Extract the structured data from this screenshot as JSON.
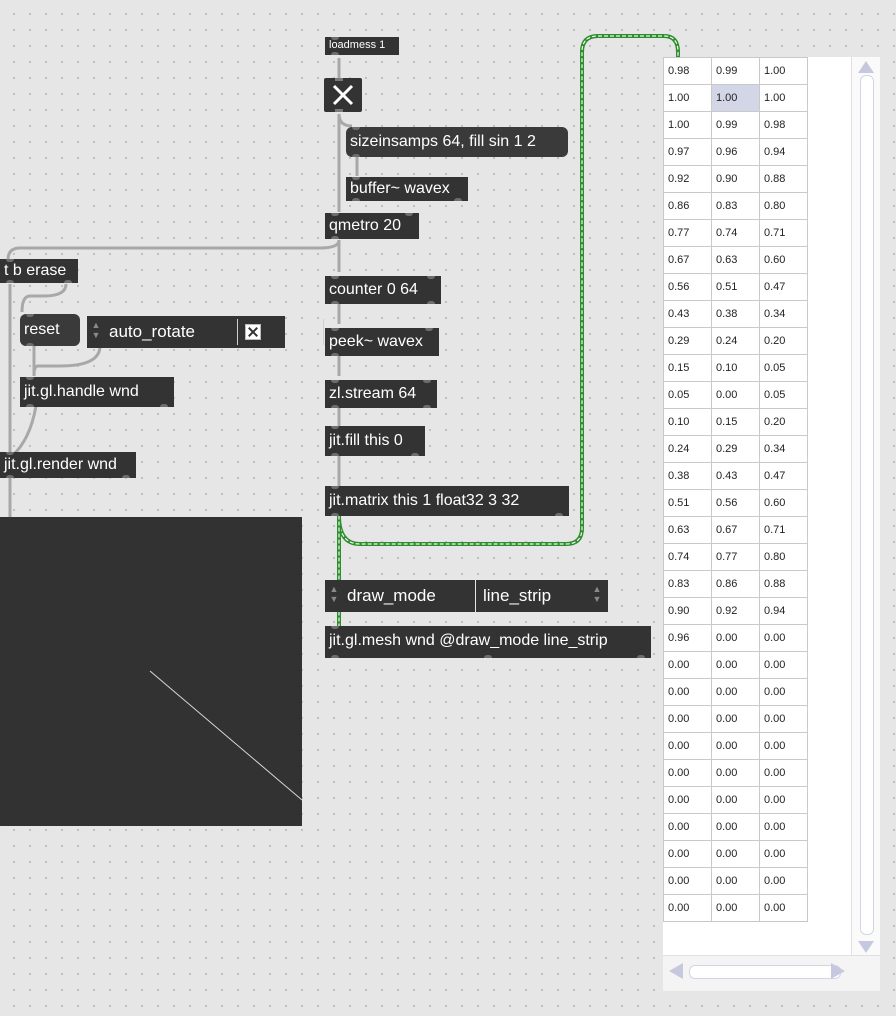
{
  "objects": {
    "loadmess": "loadmess 1",
    "sizeinsamps_msg": "sizeinsamps 64, fill sin 1 2",
    "buffer": "buffer~ wavex",
    "qmetro": "qmetro 20",
    "t_b_erase": "t b erase",
    "counter": "counter 0 64",
    "reset_msg": "reset",
    "auto_rotate_menu": "auto_rotate",
    "peek": "peek~ wavex",
    "jit_gl_handle": "jit.gl.handle wnd",
    "zl_stream": "zl.stream 64",
    "jit_gl_render": "jit.gl.render wnd",
    "jit_fill": "jit.fill this 0",
    "jit_matrix": "jit.matrix this 1 float32 3 32",
    "draw_mode_menu": "draw_mode",
    "line_strip_menu": "line_strip",
    "jit_gl_mesh": "jit.gl.mesh wnd @draw_mode line_strip"
  },
  "colors": {
    "canvas": "#e6e6e6",
    "object_bg": "#333333",
    "patchcord": "#a8a8a8",
    "signal_cord": "#2e8b2e",
    "selected_cell": "#d3d6e6"
  },
  "icons": {
    "toggle": "x-toggle-icon",
    "checkbox": "checkbox-x-icon",
    "scroll_up": "arrow-up-icon",
    "scroll_down": "arrow-down-icon",
    "scroll_left": "arrow-left-icon",
    "scroll_right": "arrow-right-icon"
  },
  "cellblock": {
    "rows": [
      [
        "0.98",
        "0.99",
        "1.00"
      ],
      [
        "1.00",
        "1.00",
        "1.00"
      ],
      [
        "1.00",
        "0.99",
        "0.98"
      ],
      [
        "0.97",
        "0.96",
        "0.94"
      ],
      [
        "0.92",
        "0.90",
        "0.88"
      ],
      [
        "0.86",
        "0.83",
        "0.80"
      ],
      [
        "0.77",
        "0.74",
        "0.71"
      ],
      [
        "0.67",
        "0.63",
        "0.60"
      ],
      [
        "0.56",
        "0.51",
        "0.47"
      ],
      [
        "0.43",
        "0.38",
        "0.34"
      ],
      [
        "0.29",
        "0.24",
        "0.20"
      ],
      [
        "0.15",
        "0.10",
        "0.05"
      ],
      [
        "0.05",
        "0.00",
        "0.05"
      ],
      [
        "0.10",
        "0.15",
        "0.20"
      ],
      [
        "0.24",
        "0.29",
        "0.34"
      ],
      [
        "0.38",
        "0.43",
        "0.47"
      ],
      [
        "0.51",
        "0.56",
        "0.60"
      ],
      [
        "0.63",
        "0.67",
        "0.71"
      ],
      [
        "0.74",
        "0.77",
        "0.80"
      ],
      [
        "0.83",
        "0.86",
        "0.88"
      ],
      [
        "0.90",
        "0.92",
        "0.94"
      ],
      [
        "0.96",
        "0.00",
        "0.00"
      ],
      [
        "0.00",
        "0.00",
        "0.00"
      ],
      [
        "0.00",
        "0.00",
        "0.00"
      ],
      [
        "0.00",
        "0.00",
        "0.00"
      ],
      [
        "0.00",
        "0.00",
        "0.00"
      ],
      [
        "0.00",
        "0.00",
        "0.00"
      ],
      [
        "0.00",
        "0.00",
        "0.00"
      ],
      [
        "0.00",
        "0.00",
        "0.00"
      ],
      [
        "0.00",
        "0.00",
        "0.00"
      ],
      [
        "0.00",
        "0.00",
        "0.00"
      ],
      [
        "0.00",
        "0.00",
        "0.00"
      ]
    ],
    "selected": [
      1,
      1
    ]
  }
}
